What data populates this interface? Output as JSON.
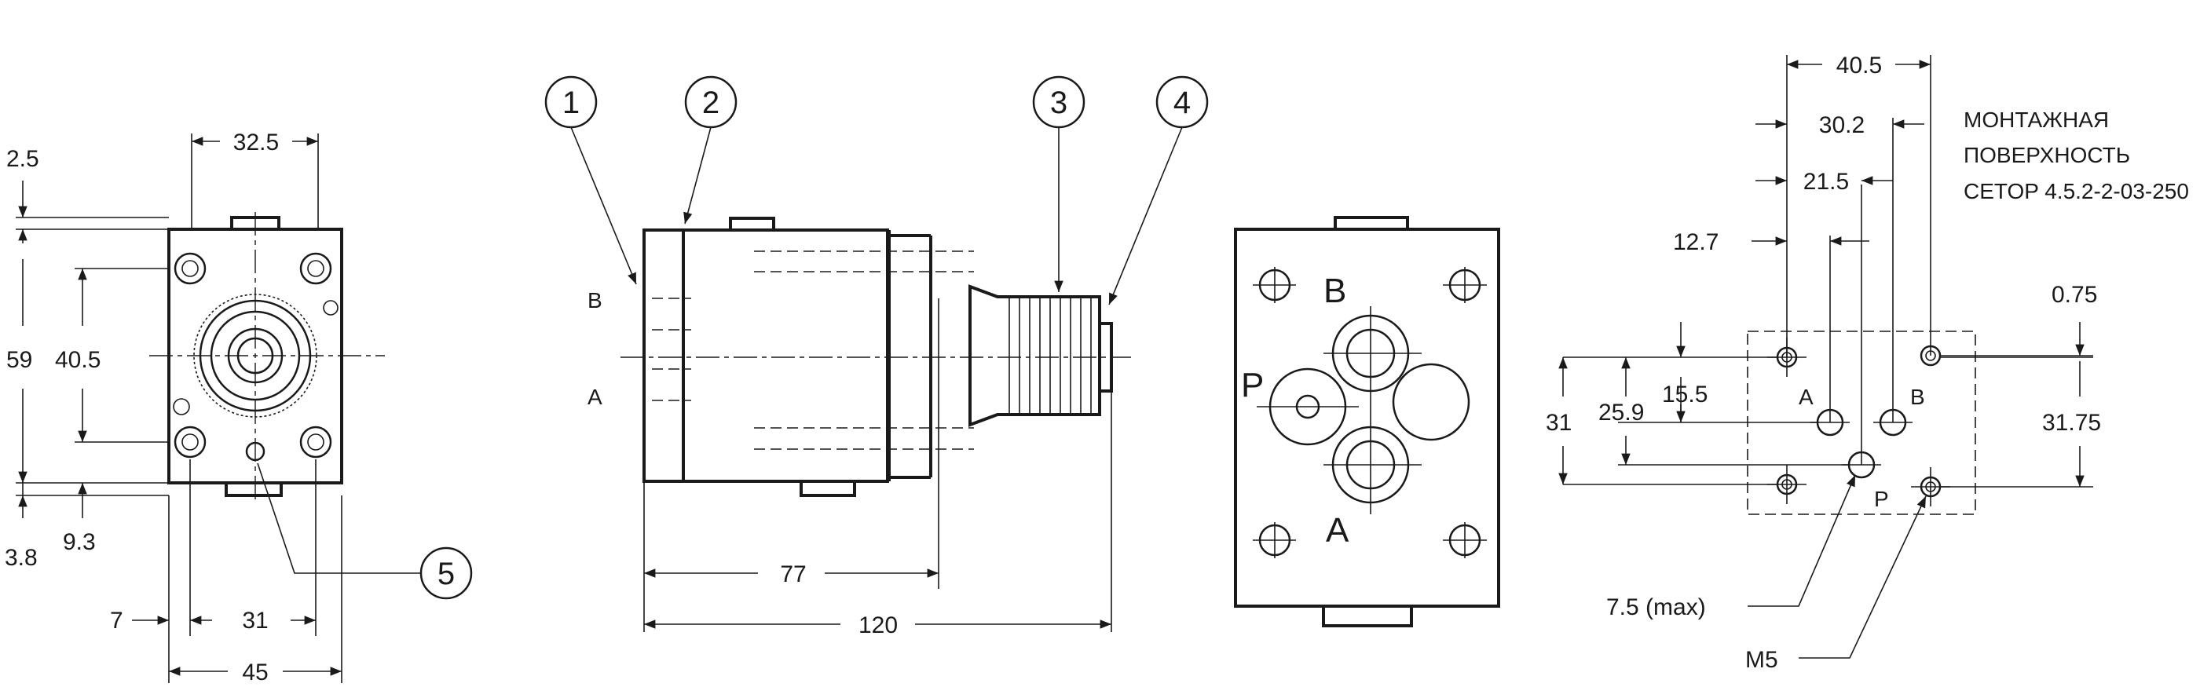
{
  "front_view": {
    "dims": {
      "top": "32.5",
      "left_small": "2.5",
      "height_total": "59",
      "height_inner": "40.5",
      "bottom_small": "3.8",
      "bottom_offset": "9.3",
      "bottom_left": "7",
      "bottom_inner": "31",
      "bottom_total": "45"
    },
    "callout": "5"
  },
  "side_view": {
    "callouts": [
      "1",
      "2",
      "3",
      "4"
    ],
    "port_labels": {
      "b": "B",
      "a": "A"
    },
    "dims": {
      "length_body": "77",
      "length_total": "120"
    }
  },
  "face_view": {
    "port_labels": {
      "b": "B",
      "p": "P",
      "a": "A"
    }
  },
  "mounting_view": {
    "caption": [
      "МОНТАЖНАЯ",
      "ПОВЕРХНОСТЬ",
      "CETOP 4.5.2-2-03-250"
    ],
    "dims": {
      "d40_5": "40.5",
      "d30_2": "30.2",
      "d21_5": "21.5",
      "d12_7": "12.7",
      "d0_75": "0.75",
      "d31": "31",
      "d25_9": "25.9",
      "d15_5": "15.5",
      "d31_75": "31.75",
      "d7_5": "7.5 (max)",
      "m5": "M5"
    },
    "port_labels": {
      "a": "A",
      "b": "B",
      "p": "P"
    }
  }
}
